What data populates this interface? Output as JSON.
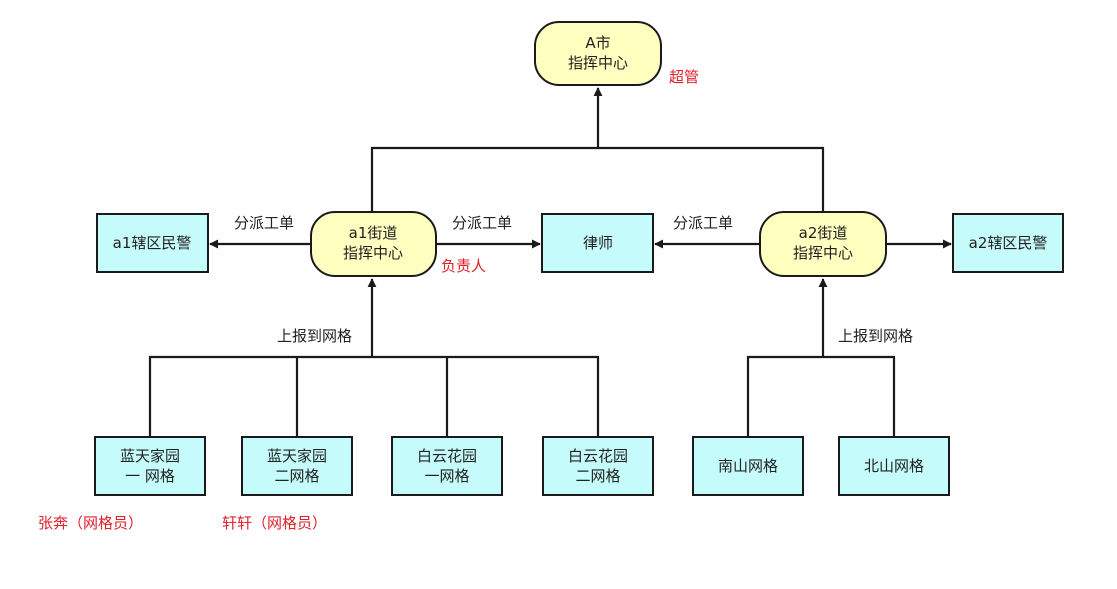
{
  "colors": {
    "rounded_fill": "#FFFFC0",
    "rect_fill": "#C5FBFB",
    "stroke": "#1a1a1a",
    "note_red": "#E0202A"
  },
  "nodes": {
    "city": [
      "A市",
      "指挥中心"
    ],
    "a1": [
      "a1街道",
      "指挥中心"
    ],
    "a2": [
      "a2街道",
      "指挥中心"
    ],
    "a1_police": [
      "a1辖区民警"
    ],
    "lawyer": [
      "律师"
    ],
    "a2_police": [
      "a2辖区民警"
    ],
    "g1": [
      "蓝天家园",
      "一 网格"
    ],
    "g2": [
      "蓝天家园",
      "二网格"
    ],
    "g3": [
      "白云花园",
      "一网格"
    ],
    "g4": [
      "白云花园",
      "二网格"
    ],
    "g5": [
      "南山网格"
    ],
    "g6": [
      "北山网格"
    ]
  },
  "edge_labels": {
    "dispatch_left": "分派工单",
    "dispatch_mid": "分派工单",
    "dispatch_right": "分派工单",
    "report_a1": "上报到网格",
    "report_a2": "上报到网格"
  },
  "notes": {
    "super_admin": "超管",
    "leader": "负责人",
    "zhang": "张奔（网格员）",
    "xuan": "轩轩（网格员）"
  }
}
